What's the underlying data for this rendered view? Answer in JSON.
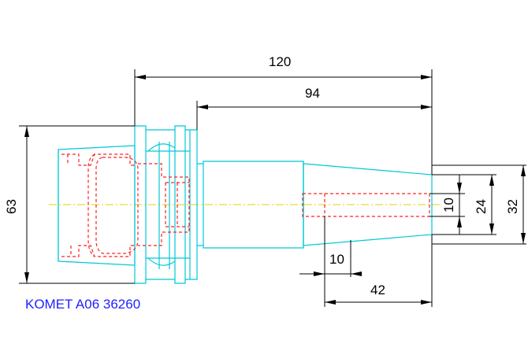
{
  "dimensions": {
    "overall_length": "120",
    "shank_length": "94",
    "flange_diameter": "63",
    "bore_diameter": "10",
    "shank_diameter_mid": "24",
    "shank_diameter_tip": "32",
    "bore_depth": "10",
    "taper_length": "42"
  },
  "part_label": "KOMET A06 36260",
  "colors": {
    "outline": "#00c8d8",
    "hidden": "#ff2020",
    "centerline": "#e8d000",
    "dimension": "#000000",
    "label": "#1f22ff"
  }
}
